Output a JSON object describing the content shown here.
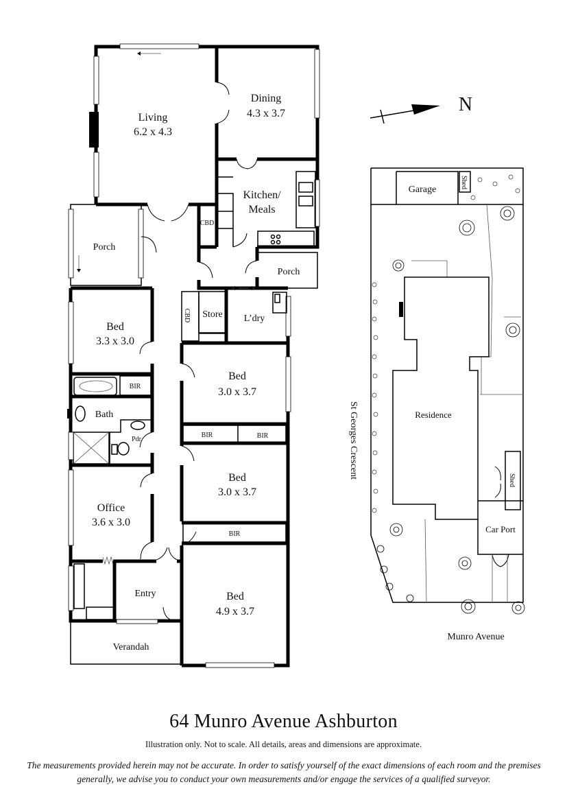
{
  "floorplan": {
    "rooms": [
      {
        "id": "living",
        "name": "Living",
        "size": "6.2 x 4.3"
      },
      {
        "id": "dining",
        "name": "Dining",
        "size": "4.3 x 3.7"
      },
      {
        "id": "kitchen",
        "name": "Kitchen/",
        "name2": "Meals"
      },
      {
        "id": "porch-left",
        "name": "Porch"
      },
      {
        "id": "porch-right",
        "name": "Porch"
      },
      {
        "id": "cbd-top",
        "name": "CBD"
      },
      {
        "id": "cbd-mid",
        "name": "CBD"
      },
      {
        "id": "store",
        "name": "Store"
      },
      {
        "id": "laundry",
        "name": "L’dry"
      },
      {
        "id": "bed1",
        "name": "Bed",
        "size": "3.3 x 3.0"
      },
      {
        "id": "bir1",
        "name": "BIR"
      },
      {
        "id": "bath",
        "name": "Bath"
      },
      {
        "id": "pdr",
        "name": "Pdr."
      },
      {
        "id": "bed2",
        "name": "Bed",
        "size": "3.0 x 3.7"
      },
      {
        "id": "bir2a",
        "name": "BIR"
      },
      {
        "id": "bir2b",
        "name": "BIR"
      },
      {
        "id": "bed3",
        "name": "Bed",
        "size": "3.0 x 3.7"
      },
      {
        "id": "bir3",
        "name": "BIR"
      },
      {
        "id": "office",
        "name": "Office",
        "size": "3.6 x 3.0"
      },
      {
        "id": "entry",
        "name": "Entry"
      },
      {
        "id": "bed4",
        "name": "Bed",
        "size": "4.9 x 3.7"
      },
      {
        "id": "verandah",
        "name": "Verandah"
      }
    ]
  },
  "siteplan": {
    "compass": "N",
    "garage": "Garage",
    "shed_top": "Shed",
    "residence": "Residence",
    "shed_side": "Shed",
    "carport": "Car Port",
    "street_west": "St Georges Crescent",
    "street_south": "Munro Avenue"
  },
  "footer": {
    "title": "64 Munro Avenue Ashburton",
    "disclaimer_short": "Illustration only. Not to scale. All details, areas and dimensions are approximate.",
    "disclaimer_long": "The measurements provided herein may not be accurate. In order to satisfy yourself of the exact dimensions of each room and the premises generally, we advise you to conduct your own measurements and/or engage the services of a qualified surveyor."
  }
}
